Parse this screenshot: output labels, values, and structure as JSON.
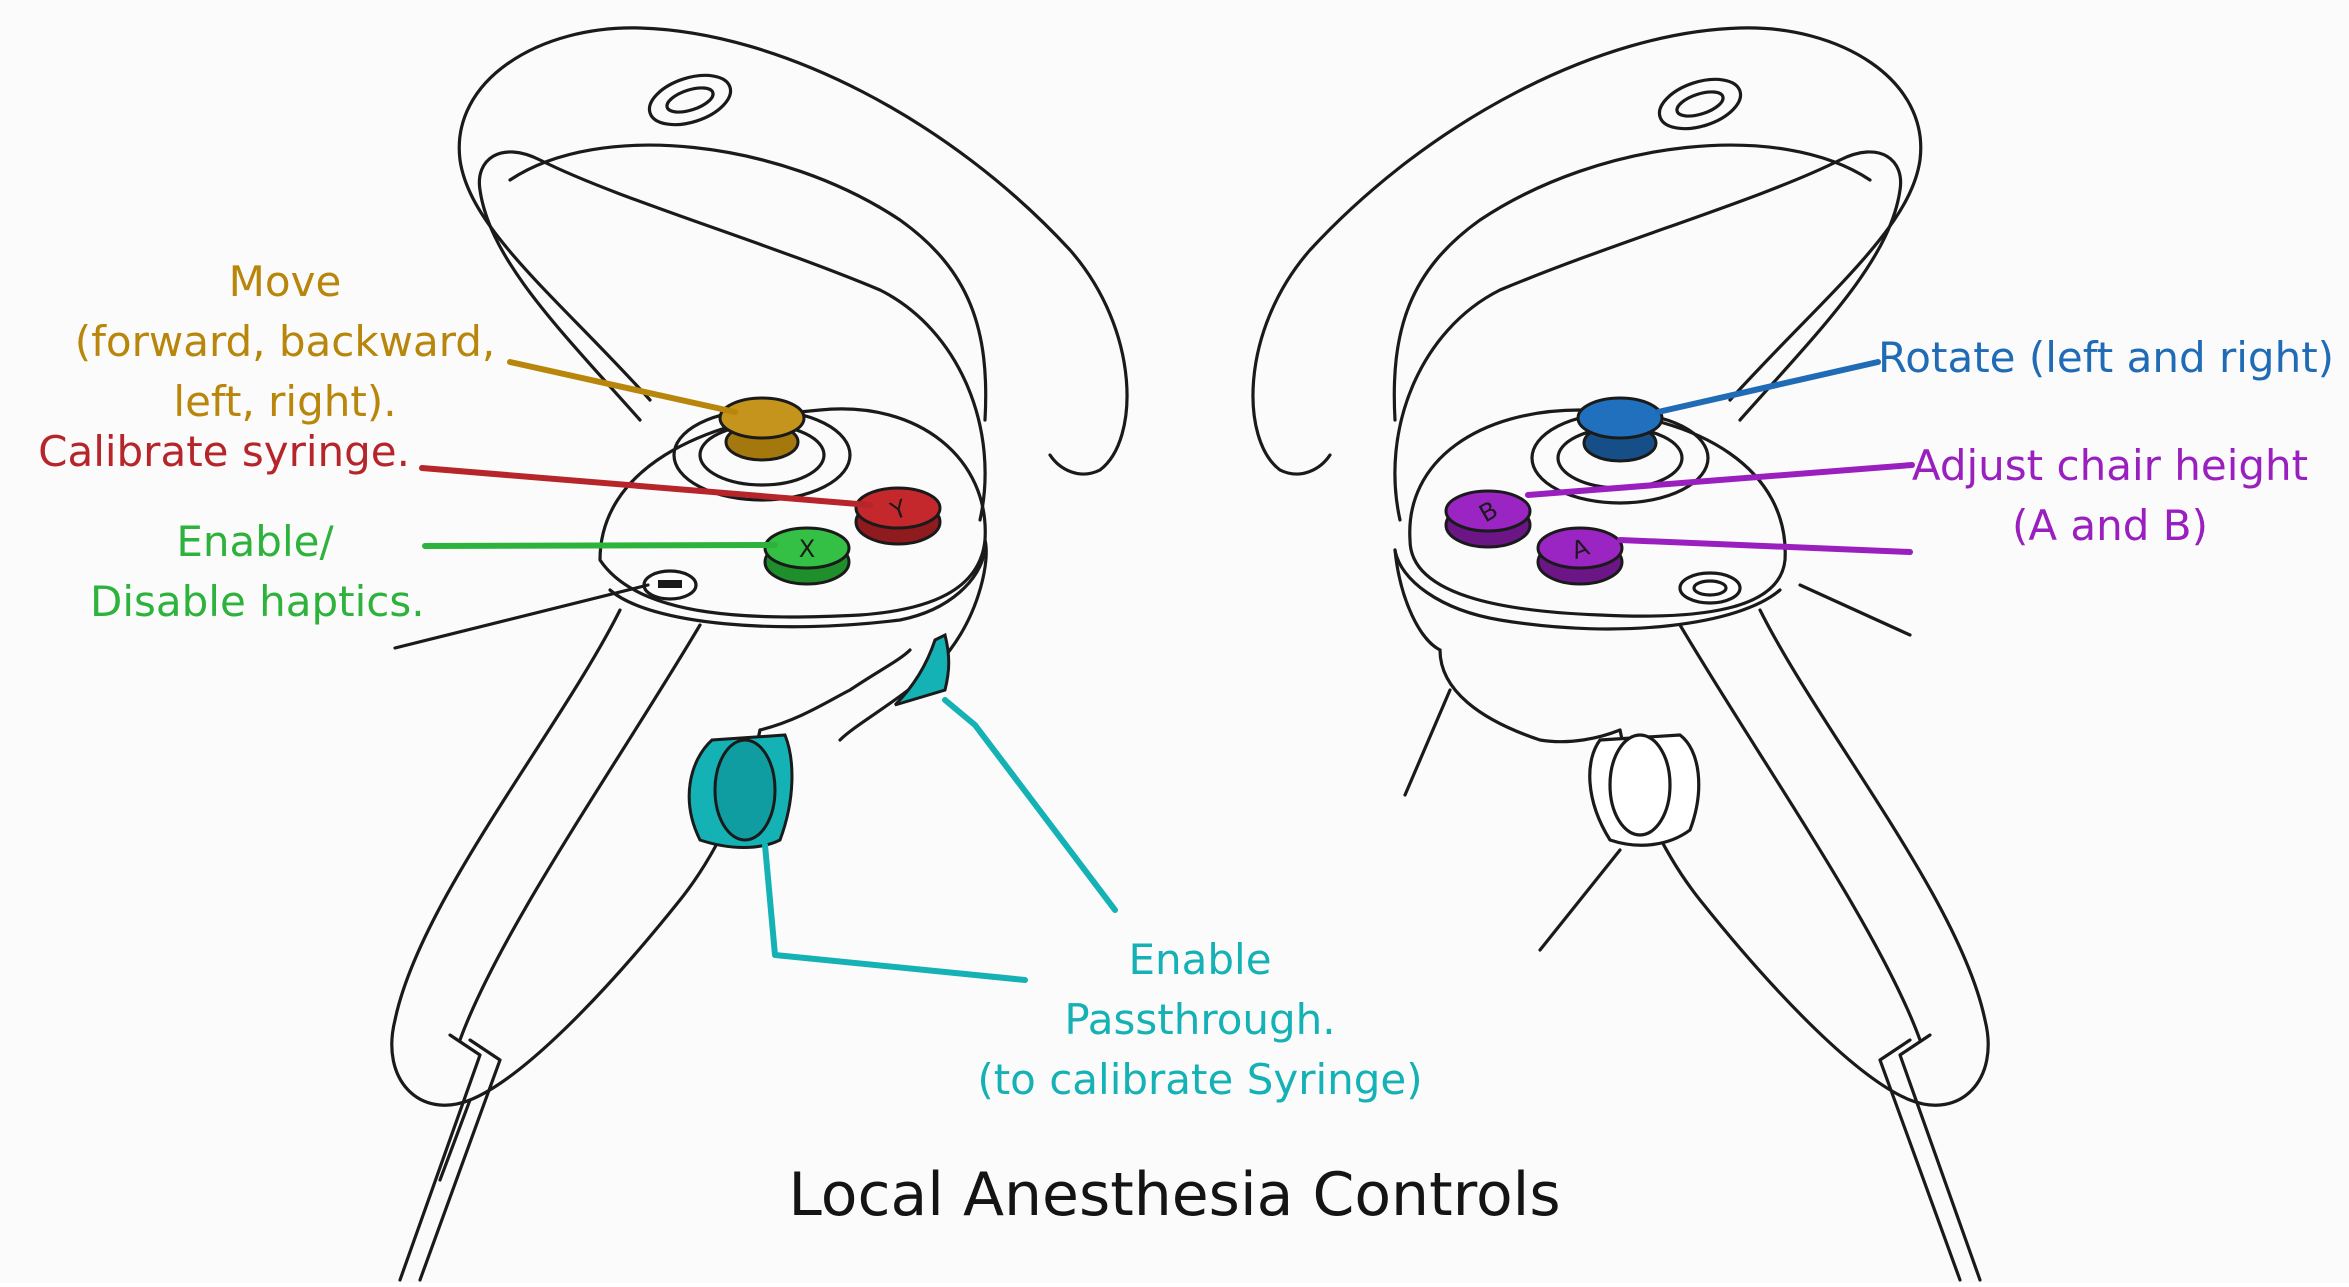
{
  "title": "Local Anesthesia Controls",
  "colors": {
    "move": "#b8860b",
    "calibrate": "#b5252a",
    "haptics": "#2db33c",
    "passthrough": "#14b1b5",
    "rotate": "#1f6bb5",
    "chair": "#9a1fbf",
    "outline": "#1a1a1a"
  },
  "labels": {
    "move": [
      "Move",
      "(forward, backward,",
      "left, right)."
    ],
    "calibrate": [
      "Calibrate syringe."
    ],
    "haptics": [
      "Enable/",
      "Disable haptics."
    ],
    "passthrough": [
      "Enable",
      "Passthrough.",
      "(to calibrate Syringe)"
    ],
    "rotate": [
      "Rotate (left and right)"
    ],
    "chair": [
      "Adjust chair height",
      "(A and B)"
    ]
  },
  "buttons": {
    "left": [
      "Y",
      "X"
    ],
    "right": [
      "B",
      "A"
    ]
  }
}
